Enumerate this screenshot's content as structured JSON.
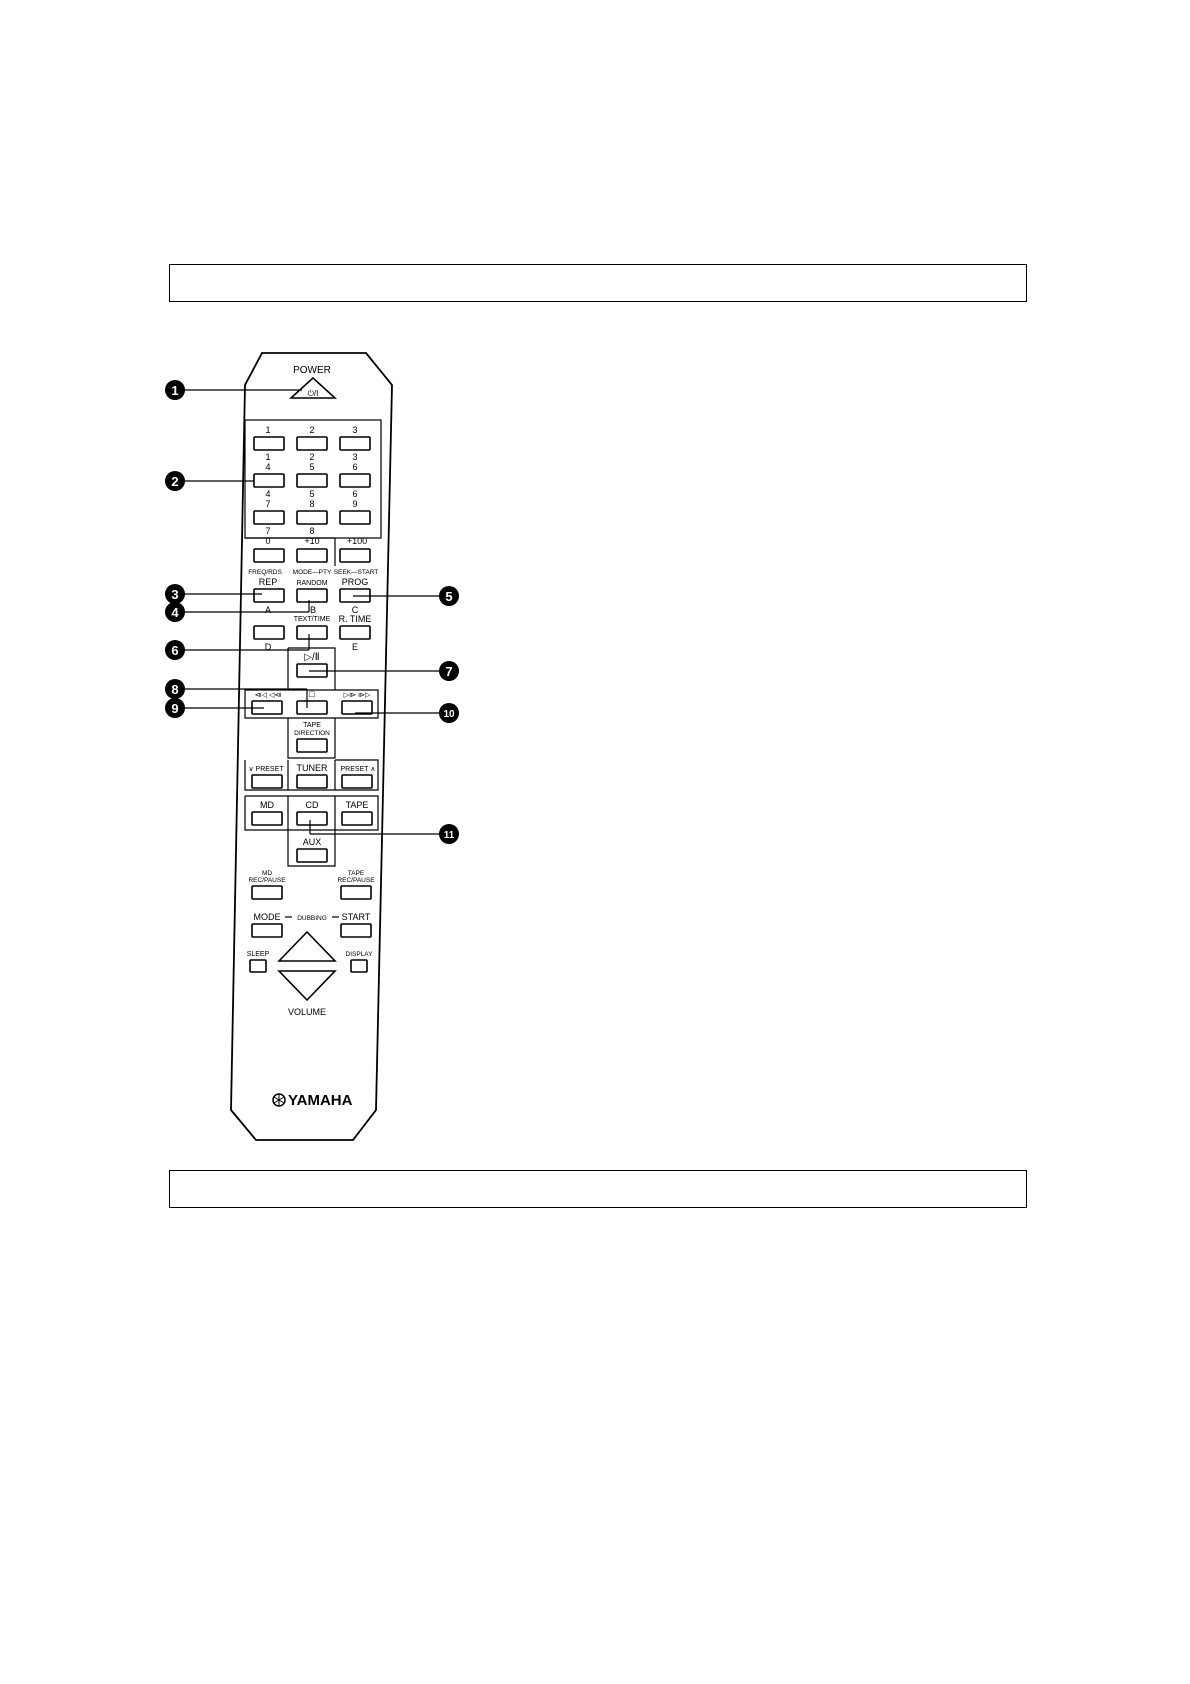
{
  "remote": {
    "power_label": "POWER",
    "power_symbol": "⏻/I",
    "digits_top": [
      "1",
      "2",
      "3"
    ],
    "digits_row2_top": [
      "1",
      "2",
      "3"
    ],
    "digits_row2_bottom": [
      "4",
      "5",
      "6"
    ],
    "digits_row3_top": [
      "4",
      "5",
      "6"
    ],
    "digits_row3_bottom": [
      "7",
      "8",
      "9"
    ],
    "digits_row4_top": [
      "7",
      "8"
    ],
    "digits_row4_bottom": [
      "0",
      "+10",
      "+100"
    ],
    "freq_rds": "FREQ/RDS",
    "mode_pty": "MODE—PTY",
    "seek_start": "SEEK—START",
    "rep": "REP",
    "random": "RANDOM",
    "prog": "PROG",
    "a": "A",
    "b": "B",
    "c": "C",
    "text_time": "TEXT/TIME",
    "r_time": "R. TIME",
    "d": "D",
    "e": "E",
    "play_pause": "▷/Ⅱ",
    "stop_symbol": "□",
    "skip_back": "⧏◁ ◁⧏",
    "skip_fwd": "▷⧐ ⧐▷",
    "tape_direction_1": "TAPE",
    "tape_direction_2": "DIRECTION",
    "preset_down": "∨ PRESET",
    "tuner": "TUNER",
    "preset_up": "PRESET ∧",
    "md": "MD",
    "cd": "CD",
    "tape": "TAPE",
    "aux": "AUX",
    "md_rec_1": "MD",
    "md_rec_2": "REC/PAUSE",
    "tape_rec_1": "TAPE",
    "tape_rec_2": "REC/PAUSE",
    "mode": "MODE",
    "dubbing": "DUBBING",
    "start": "START",
    "sleep": "SLEEP",
    "display": "DISPLAY",
    "volume": "VOLUME",
    "brand": "YAMAHA"
  },
  "callouts": [
    "1",
    "2",
    "3",
    "4",
    "5",
    "6",
    "7",
    "8",
    "9",
    "10",
    "11"
  ]
}
